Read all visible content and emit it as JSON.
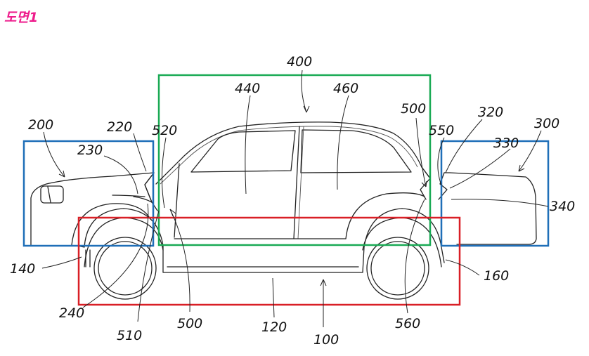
{
  "figure_title": "도면1",
  "colors": {
    "title": "#ee1c8c",
    "box_green": "#1aaa55",
    "box_blue": "#1f6fb8",
    "box_red": "#d91f26",
    "line": "#222222"
  },
  "labels": {
    "l100": "100",
    "l120": "120",
    "l140": "140",
    "l160": "160",
    "l200": "200",
    "l220": "220",
    "l230": "230",
    "l240": "240",
    "l300": "300",
    "l320": "320",
    "l330": "330",
    "l340": "340",
    "l400": "400",
    "l440": "440",
    "l460": "460",
    "l500_top": "500",
    "l500_bottom": "500",
    "l510": "510",
    "l520": "520",
    "l550": "550",
    "l560": "560"
  }
}
